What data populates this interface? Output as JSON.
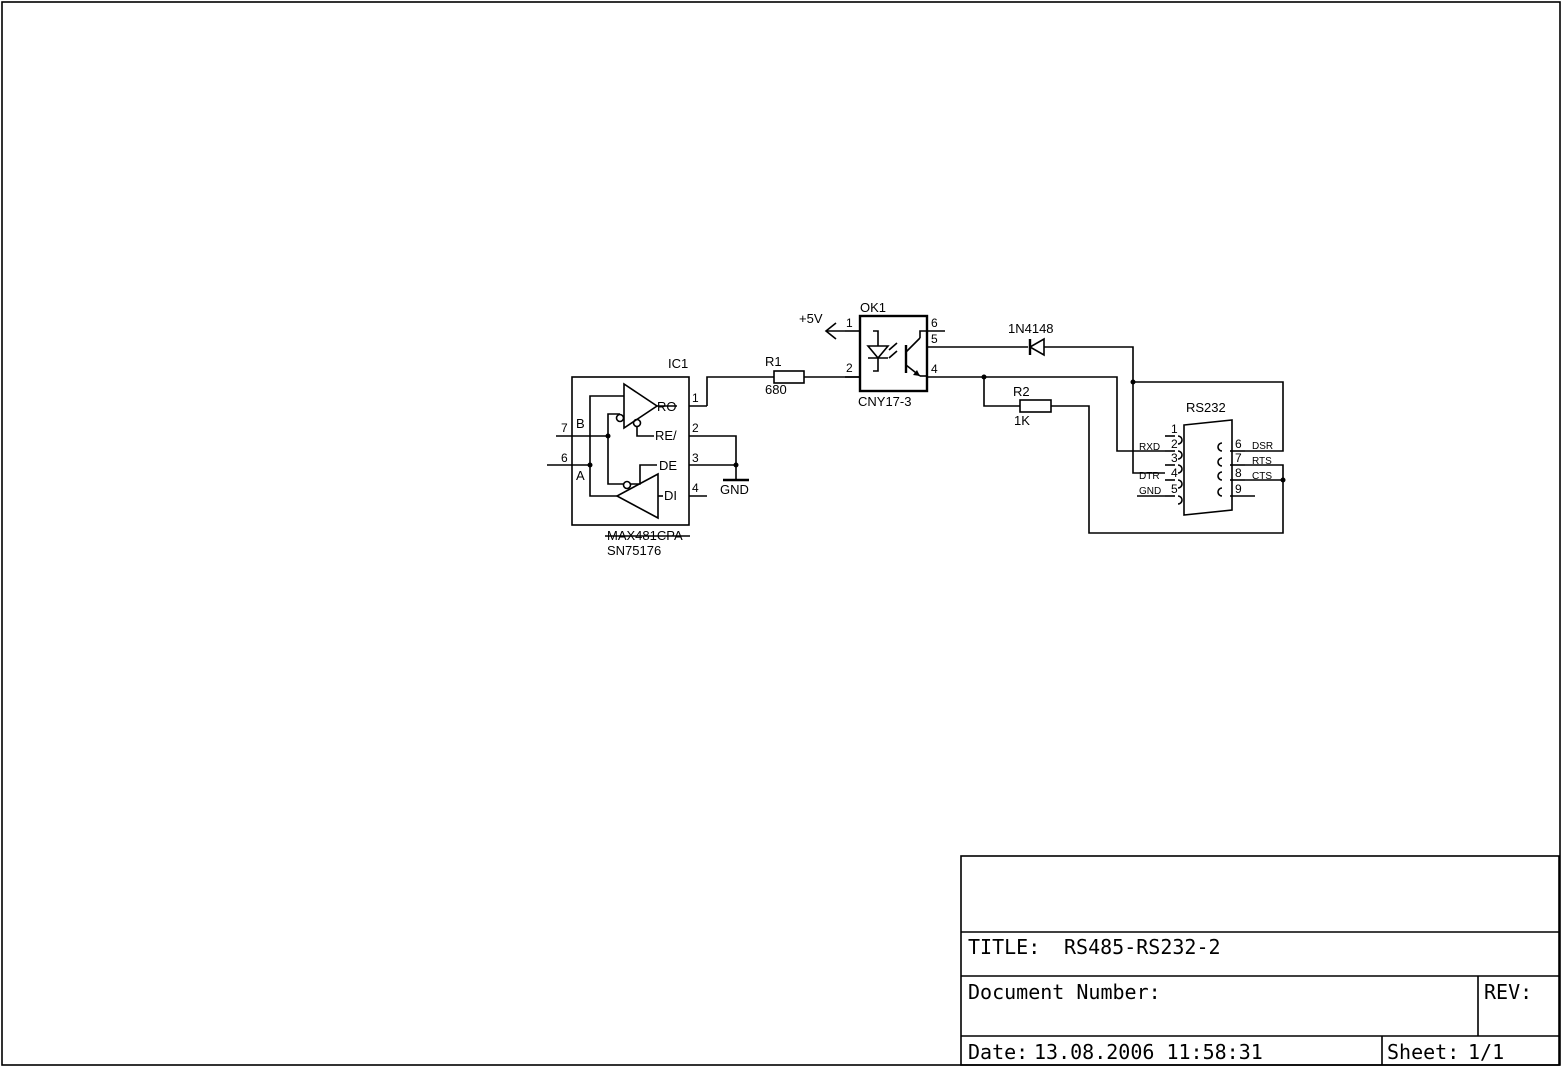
{
  "title_block": {
    "title_label": "TITLE:",
    "title_value": "RS485-RS232-2",
    "doc_number_label": "Document Number:",
    "rev_label": "REV:",
    "date_label": "Date:",
    "date_value": "13.08.2006 11:58:31",
    "sheet_label": "Sheet:",
    "sheet_value": "1/1"
  },
  "ic1": {
    "ref": "IC1",
    "part1": "MAX481CPA",
    "part2": "SN75176",
    "pins": {
      "ro": "RO",
      "re": "RE/",
      "de": "DE",
      "di": "DI",
      "b": "B",
      "a": "A"
    },
    "pin_numbers": {
      "p1": "1",
      "p2": "2",
      "p3": "3",
      "p4": "4",
      "p6": "6",
      "p7": "7"
    }
  },
  "gnd_label": "GND",
  "r1": {
    "ref": "R1",
    "value": "680"
  },
  "r2": {
    "ref": "R2",
    "value": "1K"
  },
  "ok1": {
    "ref": "OK1",
    "part": "CNY17-3",
    "supply": "+5V",
    "pin_numbers": {
      "p1": "1",
      "p2": "2",
      "p4": "4",
      "p5": "5",
      "p6": "6"
    }
  },
  "d1": {
    "part": "1N4148"
  },
  "rs232": {
    "ref": "RS232",
    "pin_numbers": [
      "1",
      "2",
      "3",
      "4",
      "5",
      "6",
      "7",
      "8",
      "9"
    ],
    "signals": {
      "rxd": "RXD",
      "dtr": "DTR",
      "gnd": "GND",
      "dsr": "DSR",
      "rts": "RTS",
      "cts": "CTS"
    }
  }
}
